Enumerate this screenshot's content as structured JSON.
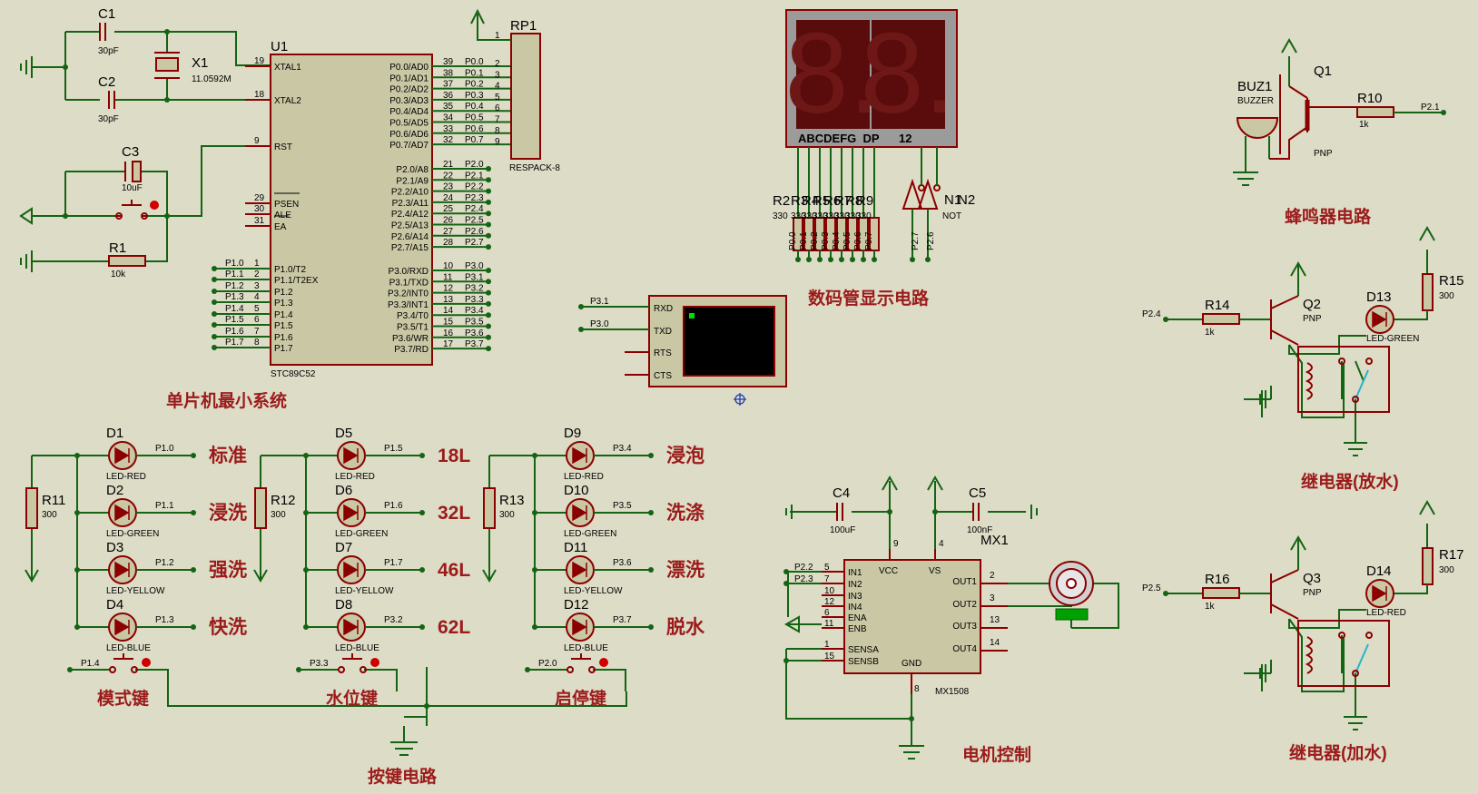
{
  "sections": {
    "mcu": "单片机最小系统",
    "display": "数码管显示电路",
    "buzzer": "蜂鸣器电路",
    "relay_drain": "继电器(放水)",
    "relay_fill": "继电器(加水)",
    "buttons": "按键电路",
    "motor": "电机控制"
  },
  "osc": {
    "c1": "C1",
    "c1v": "30pF",
    "c2": "C2",
    "c2v": "30pF",
    "x1": "X1",
    "x1v": "11.0592M"
  },
  "reset": {
    "c3": "C3",
    "c3v": "10uF",
    "r1": "R1",
    "r1v": "10k"
  },
  "mcu": {
    "ref": "U1",
    "part": "STC89C52",
    "left_pins": [
      {
        "num": "19",
        "name": "XTAL1"
      },
      {
        "num": "18",
        "name": "XTAL2"
      },
      {
        "num": "9",
        "name": "RST"
      },
      {
        "num": "29",
        "name": "PSEN"
      },
      {
        "num": "30",
        "name": "ALE"
      },
      {
        "num": "31",
        "name": "EA"
      },
      {
        "num": "1",
        "name": "P1.0/T2",
        "net": "P1.0"
      },
      {
        "num": "2",
        "name": "P1.1/T2EX",
        "net": "P1.1"
      },
      {
        "num": "3",
        "name": "P1.2",
        "net": "P1.2"
      },
      {
        "num": "4",
        "name": "P1.3",
        "net": "P1.3"
      },
      {
        "num": "5",
        "name": "P1.4",
        "net": "P1.4"
      },
      {
        "num": "6",
        "name": "P1.5",
        "net": "P1.5"
      },
      {
        "num": "7",
        "name": "P1.6",
        "net": "P1.6"
      },
      {
        "num": "8",
        "name": "P1.7",
        "net": "P1.7"
      }
    ],
    "right_pins": [
      {
        "num": "39",
        "name": "P0.0/AD0",
        "net": "P0.0"
      },
      {
        "num": "38",
        "name": "P0.1/AD1",
        "net": "P0.1"
      },
      {
        "num": "37",
        "name": "P0.2/AD2",
        "net": "P0.2"
      },
      {
        "num": "36",
        "name": "P0.3/AD3",
        "net": "P0.3"
      },
      {
        "num": "35",
        "name": "P0.4/AD4",
        "net": "P0.4"
      },
      {
        "num": "34",
        "name": "P0.5/AD5",
        "net": "P0.5"
      },
      {
        "num": "33",
        "name": "P0.6/AD6",
        "net": "P0.6"
      },
      {
        "num": "32",
        "name": "P0.7/AD7",
        "net": "P0.7"
      },
      {
        "num": "21",
        "name": "P2.0/A8",
        "net": "P2.0"
      },
      {
        "num": "22",
        "name": "P2.1/A9",
        "net": "P2.1"
      },
      {
        "num": "23",
        "name": "P2.2/A10",
        "net": "P2.2"
      },
      {
        "num": "24",
        "name": "P2.3/A11",
        "net": "P2.3"
      },
      {
        "num": "25",
        "name": "P2.4/A12",
        "net": "P2.4"
      },
      {
        "num": "26",
        "name": "P2.5/A13",
        "net": "P2.5"
      },
      {
        "num": "27",
        "name": "P2.6/A14",
        "net": "P2.6"
      },
      {
        "num": "28",
        "name": "P2.7/A15",
        "net": "P2.7"
      },
      {
        "num": "10",
        "name": "P3.0/RXD",
        "net": "P3.0"
      },
      {
        "num": "11",
        "name": "P3.1/TXD",
        "net": "P3.1"
      },
      {
        "num": "12",
        "name": "P3.2/INT0",
        "net": "P3.2"
      },
      {
        "num": "13",
        "name": "P3.3/INT1",
        "net": "P3.3"
      },
      {
        "num": "14",
        "name": "P3.4/T0",
        "net": "P3.4"
      },
      {
        "num": "15",
        "name": "P3.5/T1",
        "net": "P3.5"
      },
      {
        "num": "16",
        "name": "P3.6/WR",
        "net": "P3.6"
      },
      {
        "num": "17",
        "name": "P3.7/RD",
        "net": "P3.7"
      }
    ]
  },
  "rp1": {
    "ref": "RP1",
    "part": "RESPACK-8",
    "pins": [
      "1",
      "2",
      "3",
      "4",
      "5",
      "6",
      "7",
      "8",
      "9"
    ]
  },
  "seg": {
    "digits": [
      "8.",
      "8."
    ],
    "bottom": "ABCDEFG  DP      12",
    "res_refs": [
      "R2",
      "R3",
      "R4",
      "R5",
      "R6",
      "R7",
      "R8",
      "R9"
    ],
    "res_value": "330",
    "nets": [
      "P0.0",
      "P0.1",
      "P0.2",
      "P0.3",
      "P0.4",
      "P0.5",
      "P0.6",
      "P0.7"
    ],
    "nets2": [
      "P2.7",
      "P2.6"
    ],
    "n1": "N1",
    "n2": "N2",
    "nv": "NOT"
  },
  "uart": {
    "pins": [
      "RXD",
      "TXD",
      "RTS",
      "CTS"
    ],
    "nets": [
      "P3.1",
      "P3.0"
    ]
  },
  "buzzer": {
    "ref": "BUZ1",
    "part": "BUZZER",
    "q": "Q1",
    "qt": "PNP",
    "r": "R10",
    "rv": "1k",
    "net": "P2.1"
  },
  "relay1": {
    "rin": "R14",
    "rinv": "1k",
    "net": "P2.4",
    "q": "Q2",
    "qt": "PNP",
    "led": "D13",
    "ledt": "LED-GREEN",
    "r": "R15",
    "rv": "300"
  },
  "relay2": {
    "rin": "R16",
    "rinv": "1k",
    "net": "P2.5",
    "q": "Q3",
    "qt": "PNP",
    "led": "D14",
    "ledt": "LED-RED",
    "r": "R17",
    "rv": "300"
  },
  "led_groups": [
    {
      "r": "R11",
      "rv": "300",
      "leds": [
        {
          "ref": "D1",
          "type": "LED-RED",
          "net": "P1.0",
          "label": "标准"
        },
        {
          "ref": "D2",
          "type": "LED-GREEN",
          "net": "P1.1",
          "label": "浸洗"
        },
        {
          "ref": "D3",
          "type": "LED-YELLOW",
          "net": "P1.2",
          "label": "强洗"
        },
        {
          "ref": "D4",
          "type": "LED-BLUE",
          "net": "P1.3",
          "label": "快洗"
        }
      ],
      "btn_net": "P1.4",
      "btn_label": "模式键"
    },
    {
      "r": "R12",
      "rv": "300",
      "leds": [
        {
          "ref": "D5",
          "type": "LED-RED",
          "net": "P1.5",
          "label": "18L"
        },
        {
          "ref": "D6",
          "type": "LED-GREEN",
          "net": "P1.6",
          "label": "32L"
        },
        {
          "ref": "D7",
          "type": "LED-YELLOW",
          "net": "P1.7",
          "label": "46L"
        },
        {
          "ref": "D8",
          "type": "LED-BLUE",
          "net": "P3.2",
          "label": "62L"
        }
      ],
      "btn_net": "P3.3",
      "btn_label": "水位键"
    },
    {
      "r": "R13",
      "rv": "300",
      "leds": [
        {
          "ref": "D9",
          "type": "LED-RED",
          "net": "P3.4",
          "label": "浸泡"
        },
        {
          "ref": "D10",
          "type": "LED-GREEN",
          "net": "P3.5",
          "label": "洗涤"
        },
        {
          "ref": "D11",
          "type": "LED-YELLOW",
          "net": "P3.6",
          "label": "漂洗"
        },
        {
          "ref": "D12",
          "type": "LED-BLUE",
          "net": "P3.7",
          "label": "脱水"
        }
      ],
      "btn_net": "P2.0",
      "btn_label": "启停键"
    }
  ],
  "motor": {
    "c4": "C4",
    "c4v": "100uF",
    "c5": "C5",
    "c5v": "100nF",
    "mx": "MX1",
    "part": "MX1508",
    "left": [
      {
        "num": "5",
        "name": "IN1",
        "net": "P2.2"
      },
      {
        "num": "7",
        "name": "IN2",
        "net": "P2.3"
      },
      {
        "num": "10",
        "name": "IN3"
      },
      {
        "num": "12",
        "name": "IN4"
      },
      {
        "num": "6",
        "name": "ENA"
      },
      {
        "num": "11",
        "name": "ENB"
      },
      {
        "num": "1",
        "name": "SENSA"
      },
      {
        "num": "15",
        "name": "SENSB"
      }
    ],
    "right": [
      {
        "num": "2",
        "name": "OUT1"
      },
      {
        "num": "3",
        "name": "OUT2"
      },
      {
        "num": "13",
        "name": "OUT3"
      },
      {
        "num": "14",
        "name": "OUT4"
      }
    ],
    "vcc": "VCC",
    "vcc_num": "9",
    "vs": "VS",
    "vs_num": "4",
    "gnd": "GND",
    "gnd_num": "8"
  }
}
